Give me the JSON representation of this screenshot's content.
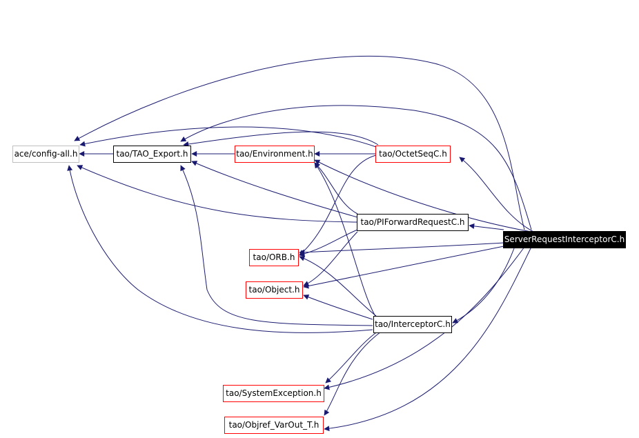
{
  "graph": {
    "colors": {
      "edge": "#191970",
      "root_fill": "#000000",
      "root_text": "#ffffff",
      "external_border": "#ff0000",
      "internal_border": "#000000",
      "system_border": "#bfbfbf"
    },
    "nodes": {
      "config_all": "ace/config-all.h",
      "tao_export": "tao/TAO_Export.h",
      "environment": "tao/Environment.h",
      "octetseq": "tao/OctetSeqC.h",
      "piforward": "tao/PIForwardRequestC.h",
      "server_request": "ServerRequestInterceptorC.h",
      "orb": "tao/ORB.h",
      "object": "tao/Object.h",
      "interceptor": "tao/InterceptorC.h",
      "system_exception": "tao/SystemException.h",
      "objref_varout": "tao/Objref_VarOut_T.h"
    }
  }
}
